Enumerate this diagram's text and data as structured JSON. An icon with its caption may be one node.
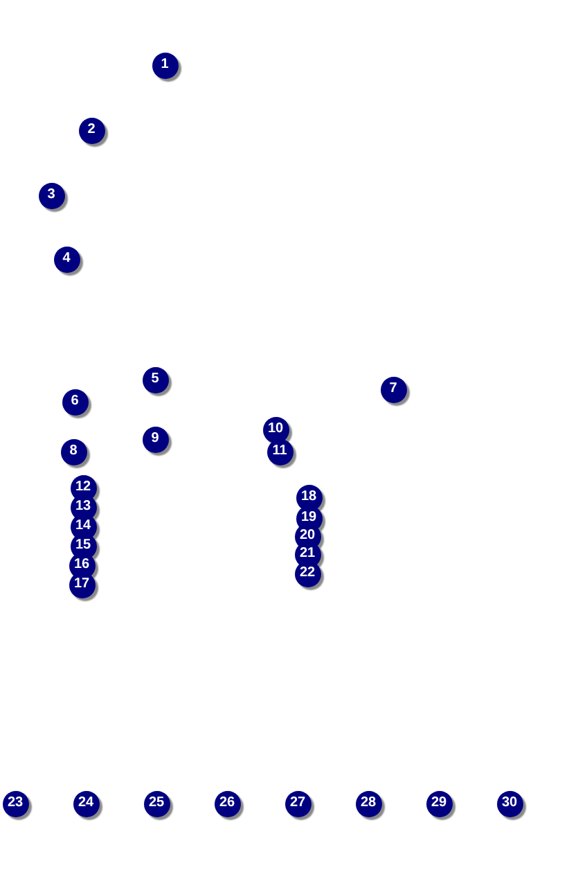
{
  "diagram": {
    "nodes": [
      {
        "text": [
          "1"
        ]
      },
      {
        "text": [
          "2"
        ]
      },
      {
        "text": [
          "3"
        ]
      },
      {
        "text": [
          "4"
        ]
      },
      {
        "text": [
          "5"
        ]
      },
      {
        "text": [
          "6"
        ]
      },
      {
        "text": [
          "7"
        ]
      },
      {
        "text": [
          "8"
        ]
      },
      {
        "text": [
          "9"
        ]
      },
      {
        "text": [
          "10"
        ]
      },
      {
        "text": [
          "11"
        ]
      },
      {
        "text": [
          "12"
        ]
      },
      {
        "text": [
          "13"
        ]
      },
      {
        "text": [
          "14"
        ]
      },
      {
        "text": [
          "15"
        ]
      },
      {
        "text": [
          "16"
        ]
      },
      {
        "text": [
          "17"
        ]
      },
      {
        "text": [
          "18"
        ]
      },
      {
        "text": [
          "19"
        ]
      },
      {
        "text": [
          "20"
        ]
      },
      {
        "text": [
          "21"
        ]
      },
      {
        "text": [
          "22"
        ]
      },
      {
        "text": [
          "23"
        ]
      },
      {
        "text": [
          "24"
        ]
      },
      {
        "text": [
          "25"
        ]
      },
      {
        "text": [
          "26"
        ]
      },
      {
        "text": [
          "27"
        ]
      },
      {
        "text": [
          "28"
        ]
      },
      {
        "text": [
          "29"
        ]
      },
      {
        "text": [
          "30"
        ]
      }
    ],
    "edges": []
  }
}
